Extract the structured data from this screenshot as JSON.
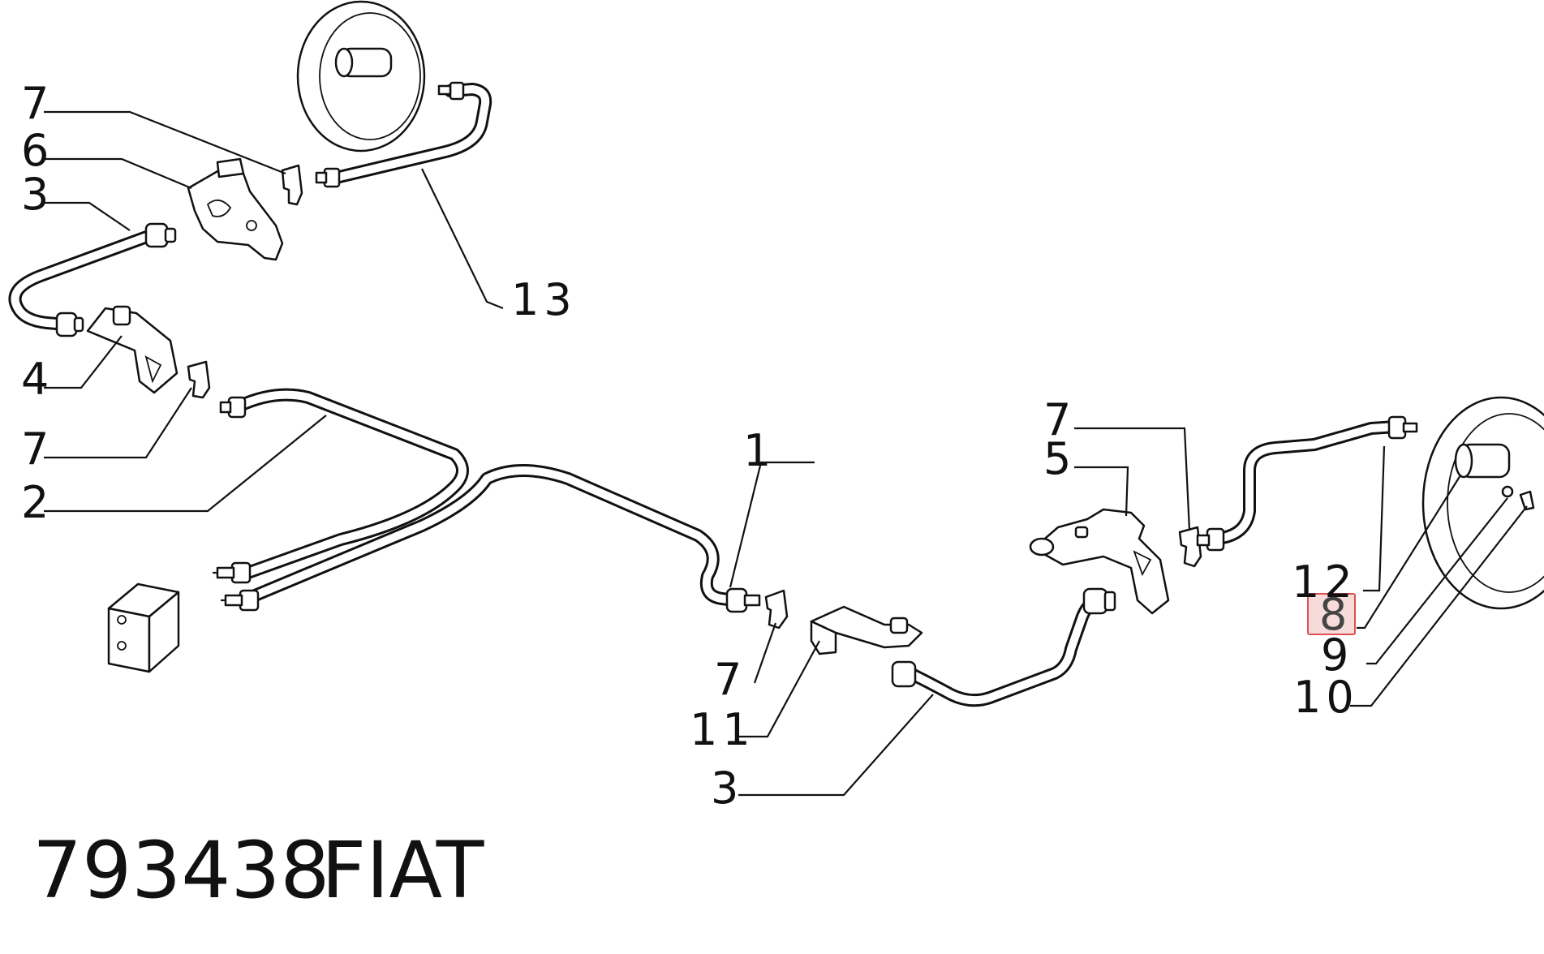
{
  "diagram": {
    "callouts": [
      {
        "id": "c7a",
        "text": "7"
      },
      {
        "id": "c6",
        "text": "6"
      },
      {
        "id": "c3a",
        "text": "3"
      },
      {
        "id": "c13",
        "text": "13"
      },
      {
        "id": "c4",
        "text": "4"
      },
      {
        "id": "c7b",
        "text": "7"
      },
      {
        "id": "c2",
        "text": "2"
      },
      {
        "id": "c1",
        "text": "1"
      },
      {
        "id": "c7c",
        "text": "7"
      },
      {
        "id": "c11",
        "text": "11"
      },
      {
        "id": "c3b",
        "text": "3"
      },
      {
        "id": "c7d",
        "text": "7"
      },
      {
        "id": "c5",
        "text": "5"
      },
      {
        "id": "c12",
        "text": "12"
      },
      {
        "id": "c8",
        "text": "8",
        "highlighted": true
      },
      {
        "id": "c9",
        "text": "9"
      },
      {
        "id": "c10",
        "text": "10"
      }
    ],
    "highlight_color": "#e05050",
    "highlight_fill": "#f7dada"
  },
  "footer": {
    "part_number": "793438",
    "brand": "FIAT"
  }
}
